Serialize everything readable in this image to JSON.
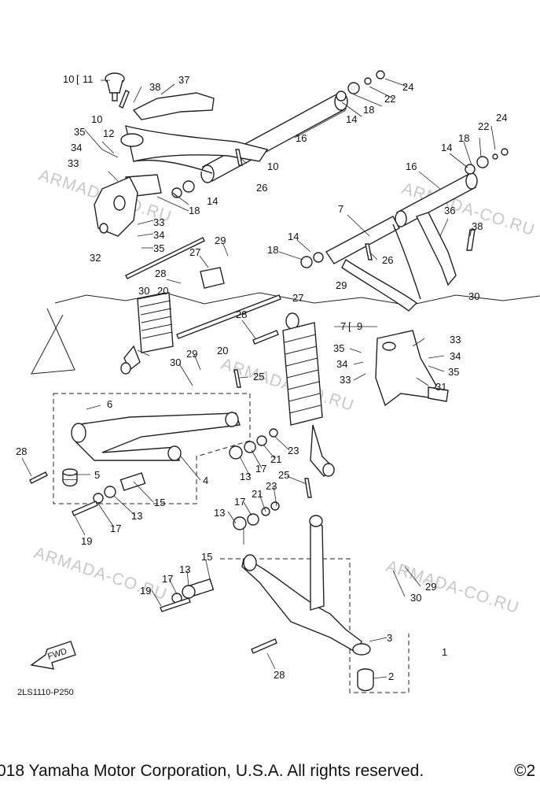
{
  "diagram": {
    "code": "2LS1110-P250",
    "fwd_label": "FWD",
    "watermark": "ARMADA-CO.RU",
    "footer_left": "018 Yamaha Motor Corporation, U.S.A. All rights reserved.",
    "footer_right": "©2",
    "callouts": {
      "p1": "1",
      "p2": "2",
      "p3": "3",
      "p4": "4",
      "p5": "5",
      "p6": "6",
      "p7a": "7",
      "p7b": "7",
      "p9": "9",
      "p10a": "10",
      "p10b": "10",
      "p10c": "10",
      "p11": "11",
      "p12": "12",
      "p13a": "13",
      "p13b": "13",
      "p13c": "13",
      "p13d": "13",
      "p14a": "14",
      "p14b": "14",
      "p14c": "14",
      "p14d": "14",
      "p15a": "15",
      "p15b": "15",
      "p16a": "16",
      "p16b": "16",
      "p17a": "17",
      "p17b": "17",
      "p17c": "17",
      "p17d": "17",
      "p18a": "18",
      "p18b": "18",
      "p18c": "18",
      "p18d": "18",
      "p19a": "19",
      "p19b": "19",
      "p20a": "20",
      "p20b": "20",
      "p21a": "21",
      "p21b": "21",
      "p22a": "22",
      "p22b": "22",
      "p23a": "23",
      "p23b": "23",
      "p24a": "24",
      "p24b": "24",
      "p25a": "25",
      "p25b": "25",
      "p26a": "26",
      "p26b": "26",
      "p27a": "27",
      "p27b": "27",
      "p28a": "28",
      "p28b": "28",
      "p28c": "28",
      "p28d": "28",
      "p29a": "29",
      "p29b": "29",
      "p29c": "29",
      "p29d": "29",
      "p30a": "30",
      "p30b": "30",
      "p30c": "30",
      "p31": "31",
      "p32": "32",
      "p33a": "33",
      "p33b": "33",
      "p33c": "33",
      "p33d": "33",
      "p34a": "34",
      "p34b": "34",
      "p34c": "34",
      "p34d": "34",
      "p35a": "35",
      "p35b": "35",
      "p35c": "35",
      "p35d": "35",
      "p36": "36",
      "p37": "37",
      "p38a": "38",
      "p38b": "38"
    }
  }
}
